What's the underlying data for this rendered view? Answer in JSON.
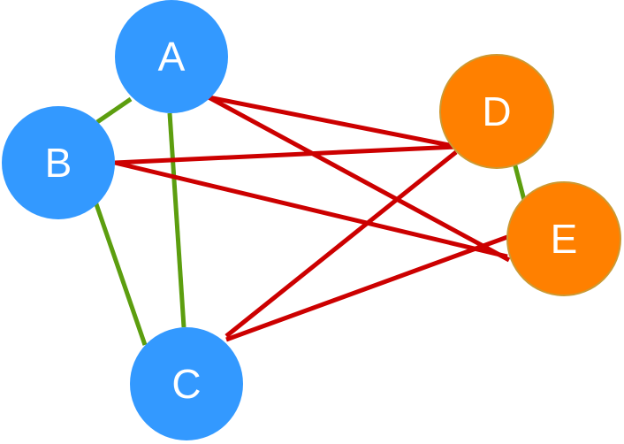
{
  "colors": {
    "background": "#ffffff",
    "group_1_fill": "#3399ff",
    "group_2_fill": "#ff8000",
    "group_2_stroke": "#cc9933",
    "same_group_edge": "#5c9e0f",
    "cross_group_edge": "#cc0000",
    "label": "#ffffff"
  },
  "nodes": [
    {
      "id": "A",
      "label": "A",
      "group": 1
    },
    {
      "id": "B",
      "label": "B",
      "group": 1
    },
    {
      "id": "C",
      "label": "C",
      "group": 1
    },
    {
      "id": "D",
      "label": "D",
      "group": 2
    },
    {
      "id": "E",
      "label": "E",
      "group": 2
    }
  ],
  "edges": [
    {
      "from": "A",
      "to": "B",
      "kind": "same_group"
    },
    {
      "from": "A",
      "to": "C",
      "kind": "same_group"
    },
    {
      "from": "B",
      "to": "C",
      "kind": "same_group"
    },
    {
      "from": "D",
      "to": "E",
      "kind": "same_group"
    },
    {
      "from": "A",
      "to": "D",
      "kind": "cross_group"
    },
    {
      "from": "A",
      "to": "E",
      "kind": "cross_group"
    },
    {
      "from": "B",
      "to": "D",
      "kind": "cross_group"
    },
    {
      "from": "B",
      "to": "E",
      "kind": "cross_group"
    },
    {
      "from": "C",
      "to": "D",
      "kind": "cross_group"
    },
    {
      "from": "C",
      "to": "E",
      "kind": "cross_group"
    }
  ]
}
